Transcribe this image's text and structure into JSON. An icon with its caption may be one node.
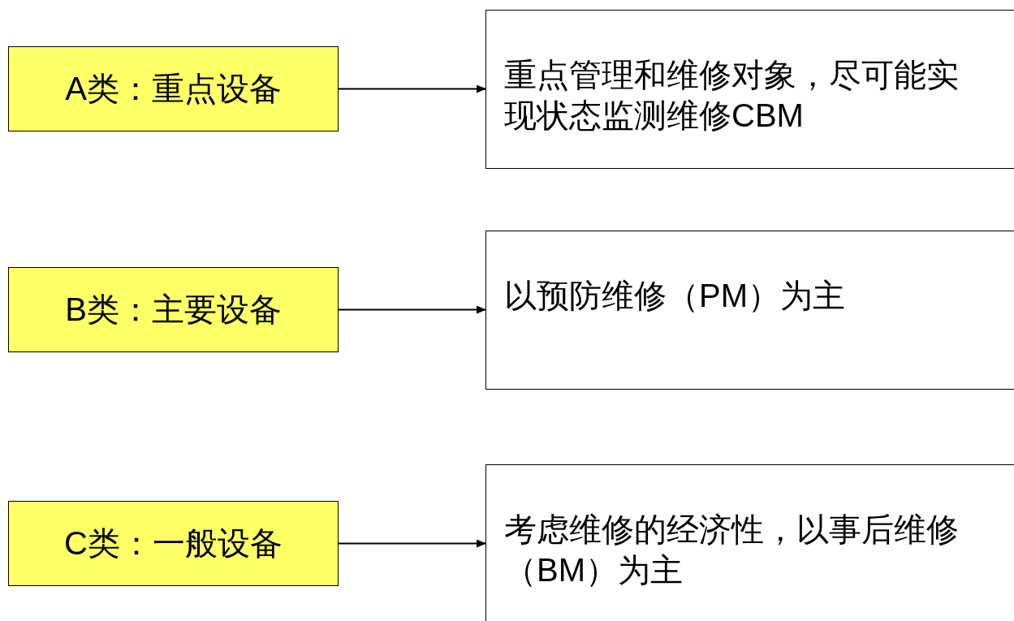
{
  "diagram": {
    "nodes": [
      {
        "text": [
          "A类：重点设备"
        ]
      },
      {
        "text": [
          "重点管理和维修对象，尽可能实现状态监测维修CBM"
        ]
      },
      {
        "text": [
          "B类：主要设备"
        ]
      },
      {
        "text": [
          "以预防维修（PM）为主"
        ]
      },
      {
        "text": [
          "C类：一般设备"
        ]
      },
      {
        "text": [
          "考虑维修的经济性，以事后维修（BM）为主"
        ]
      }
    ],
    "edges": [
      {
        "from": 0,
        "to": 1,
        "arrow": "to"
      },
      {
        "from": 2,
        "to": 3,
        "arrow": "to"
      },
      {
        "from": 4,
        "to": 5,
        "arrow": "to"
      }
    ]
  }
}
